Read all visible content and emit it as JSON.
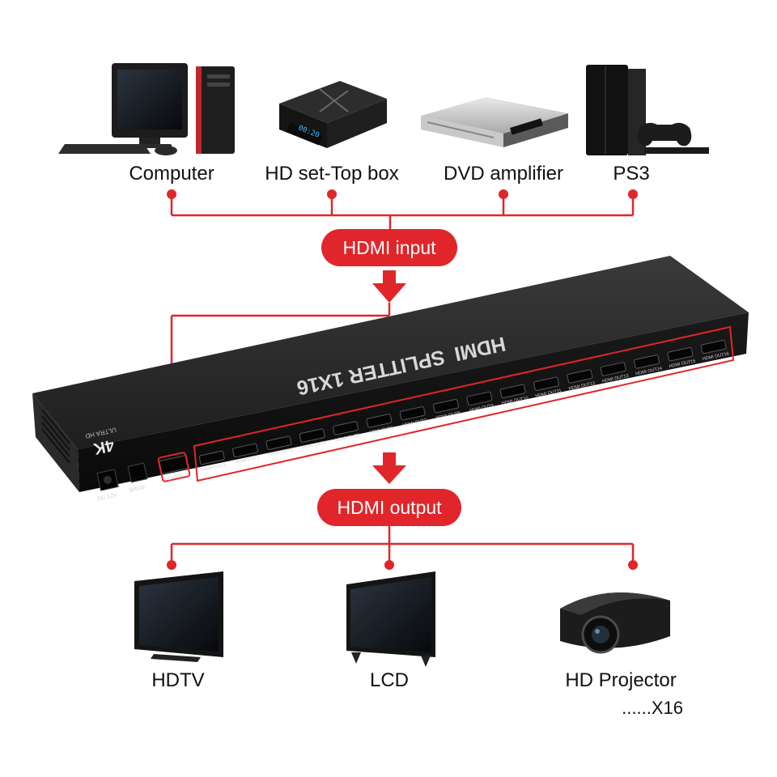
{
  "sources": [
    {
      "label": "Computer",
      "icon": "computer-icon"
    },
    {
      "label": "HD set-Top box",
      "icon": "set-top-box-icon",
      "display": "00:20"
    },
    {
      "label": "DVD amplifier",
      "icon": "dvd-amplifier-icon"
    },
    {
      "label": "PS3",
      "icon": "ps3-console-icon"
    }
  ],
  "input_badge": "HDMI input",
  "output_badge": "HDMI output",
  "device": {
    "brand": "HDMI",
    "title": "SPLITTER 1X16",
    "badge_4k": "4K",
    "badge_uhd": "ULTRA HD",
    "power_label": "DC 12V",
    "spdif_label": "SPDIF",
    "input_port_label": "HDMI IN",
    "output_ports": [
      "HDMI OUT1",
      "HDMI OUT2",
      "HDMI OUT3",
      "HDMI OUT4",
      "HDMI OUT5",
      "HDMI OUT6",
      "HDMI OUT7",
      "HDMI OUT8",
      "HDMI OUT9",
      "HDMI OUT10",
      "HDMI OUT11",
      "HDMI OUT12",
      "HDMI OUT13",
      "HDMI OUT14",
      "HDMI OUT15",
      "HDMI OUT16"
    ]
  },
  "outputs": [
    {
      "label": "HDTV",
      "icon": "hdtv-icon"
    },
    {
      "label": "LCD",
      "icon": "lcd-monitor-icon"
    },
    {
      "label": "HD Projector",
      "icon": "projector-icon"
    }
  ],
  "output_count": "......X16",
  "colors": {
    "accent": "#e0262b",
    "device_body": "#2b2b2b",
    "device_top": "#1f1f1f",
    "device_front": "#111111",
    "text": "#111111"
  }
}
